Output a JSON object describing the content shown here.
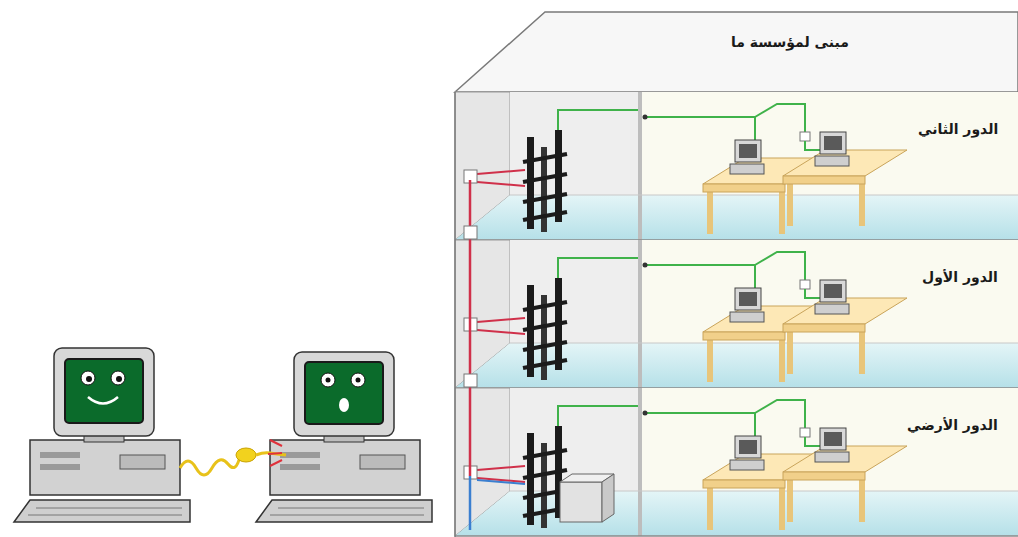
{
  "diagram": {
    "nodes": [
      {
        "text": [
          "مبنى لمؤسسة ما"
        ]
      },
      {
        "text": [
          "الدور الثاني"
        ],
        "in": 0
      },
      {
        "text": [
          "الدور الأول"
        ],
        "in": 0
      },
      {
        "text": [
          "الدور الأرضي"
        ],
        "in": 0
      }
    ]
  }
}
